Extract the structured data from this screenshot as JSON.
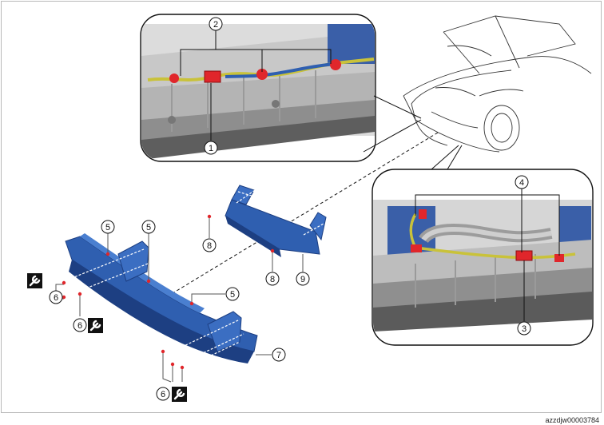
{
  "image_reference": "azzdjw00003784",
  "callouts": {
    "c1": "1",
    "c2": "2",
    "c3": "3",
    "c4": "4",
    "c5": "5",
    "c6": "6",
    "c7": "7",
    "c8": "8",
    "c9": "9"
  },
  "icons": {
    "torque": "wrench-icon",
    "clip": "clip-icon",
    "bolt": "bolt-icon"
  },
  "colors": {
    "part_blue": "#2f5fb0",
    "part_blue_dark": "#1d3f82",
    "clip_red": "#e0262b",
    "harness_yellow": "#c9c23a",
    "frame_gray": "#b9b9b9"
  }
}
